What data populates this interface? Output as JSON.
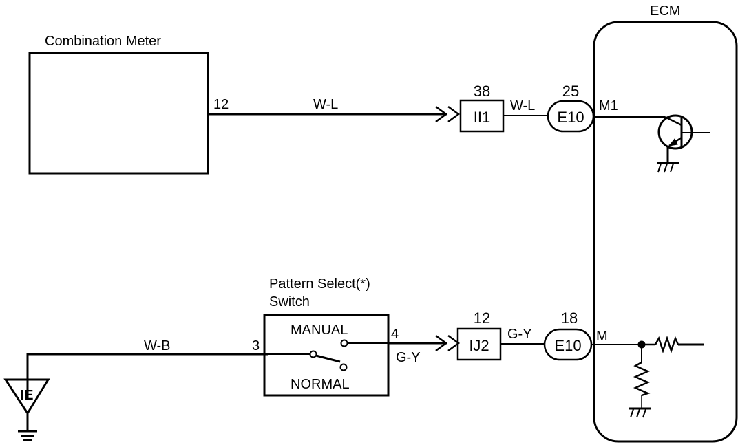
{
  "components": {
    "combination_meter": {
      "title": "Combination Meter",
      "pin": "12"
    },
    "ecm": {
      "title": "ECM",
      "pin_upper": "M1",
      "pin_lower": "M"
    },
    "pattern_switch": {
      "title_line1": "Pattern Select(*)",
      "title_line2": "Switch",
      "pos_manual": "MANUAL",
      "pos_normal": "NORMAL",
      "pin_in": "3",
      "pin_out": "4"
    },
    "ground": {
      "label": "IE"
    }
  },
  "connectors": {
    "ii1": {
      "label": "II1",
      "pin": "38"
    },
    "e10_upper": {
      "label": "E10",
      "pin": "25"
    },
    "ij2": {
      "label": "IJ2",
      "pin": "12"
    },
    "e10_lower": {
      "label": "E10",
      "pin": "18"
    }
  },
  "wires": {
    "meter_to_ii1": "W-L",
    "ii1_to_e10": "W-L",
    "ground_to_switch": "W-B",
    "switch_to_ij2": "G-Y",
    "ij2_to_e10": "G-Y"
  }
}
